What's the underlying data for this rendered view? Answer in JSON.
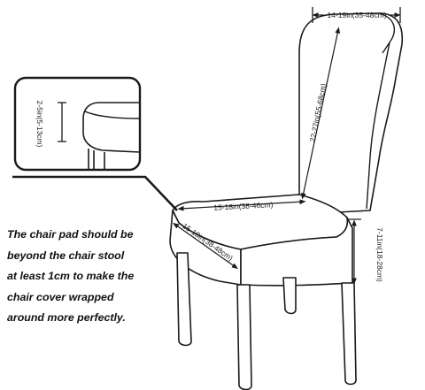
{
  "dimensions": {
    "back_width": "14-19in(35-48cm)",
    "back_height": "22-27in(55-68cm)",
    "seat_width": "15-18in(38-46cm)",
    "seat_depth": "15-18in(38-48cm)",
    "seat_height": "7-11in(18-28cm)",
    "pad_thickness": "2-5in(5-13cm)"
  },
  "note_lines": [
    "The chair pad should be",
    "beyond the chair stool",
    "at least 1cm to make the",
    "chair cover wrapped",
    "around more perfectly."
  ],
  "colors": {
    "stroke": "#1a1a1a",
    "background": "#ffffff"
  }
}
